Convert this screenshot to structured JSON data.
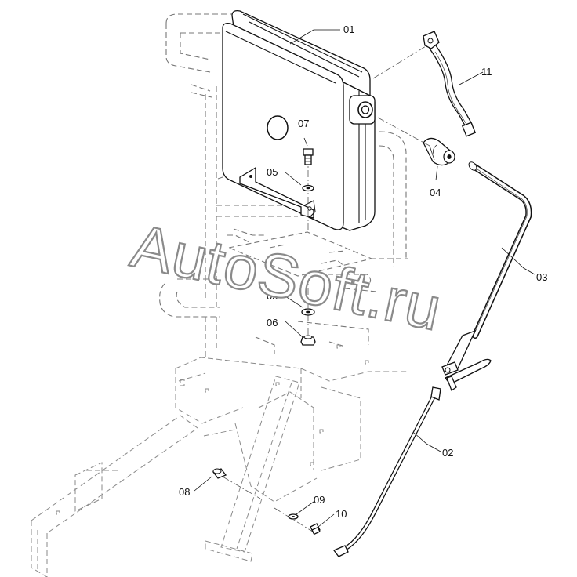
{
  "diagram": {
    "watermark": "AutoSoft.ru",
    "parts": [
      {
        "id": "01"
      },
      {
        "id": "02"
      },
      {
        "id": "03"
      },
      {
        "id": "04"
      },
      {
        "id": "05"
      },
      {
        "id": "05"
      },
      {
        "id": "06"
      },
      {
        "id": "07"
      },
      {
        "id": "08"
      },
      {
        "id": "09"
      },
      {
        "id": "10"
      },
      {
        "id": "11"
      }
    ]
  }
}
